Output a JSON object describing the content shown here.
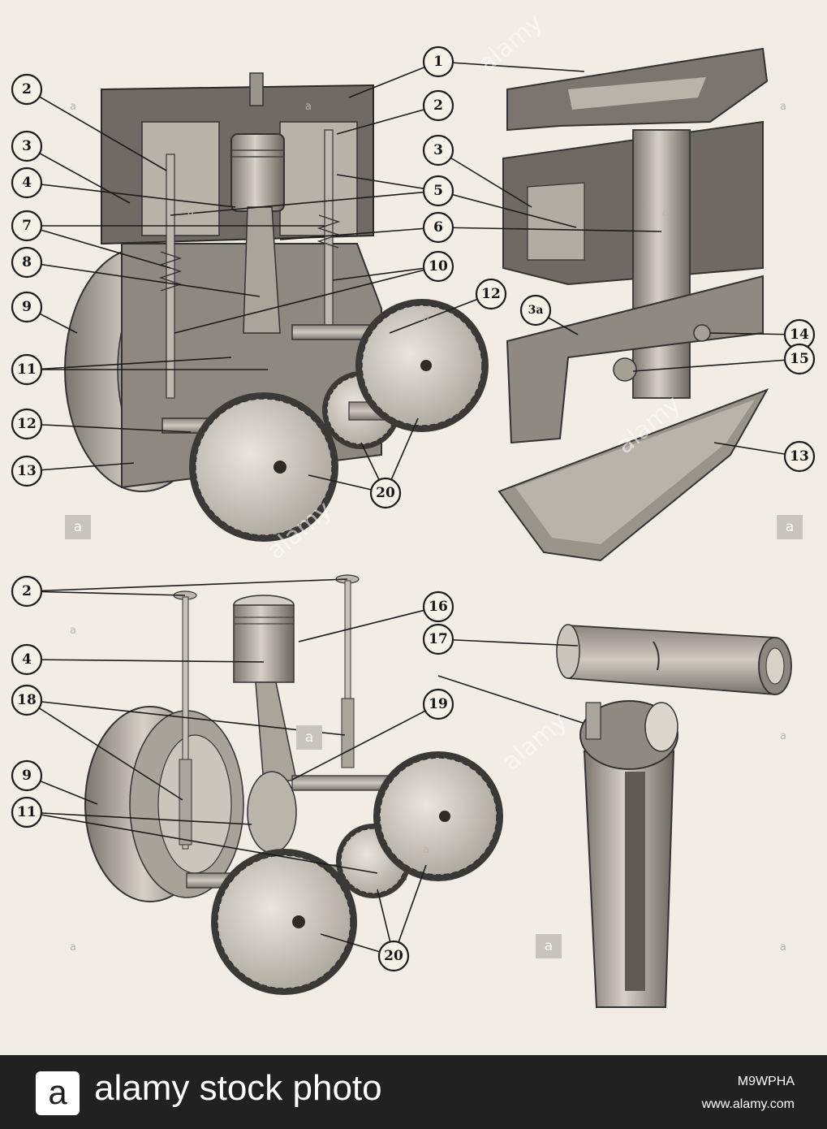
{
  "callouts": {
    "top_left": [
      "2",
      "3",
      "4",
      "7",
      "8",
      "9",
      "11",
      "12",
      "13"
    ],
    "top_middle": [
      "1",
      "2",
      "5",
      "6",
      "10",
      "12",
      "20"
    ],
    "top_right": [
      "3",
      "3a",
      "14",
      "15",
      "13"
    ],
    "bottom": [
      "2",
      "4",
      "18",
      "9",
      "11",
      "16",
      "17",
      "19",
      "20"
    ]
  },
  "watermark": {
    "mark": "a",
    "text": "alamy"
  },
  "footer": {
    "logo_letter": "a",
    "brand": "alamy stock photo",
    "image_id": "M9WPHA",
    "url": "www.alamy.com"
  },
  "colors": {
    "paper": "#f2ede4",
    "ink": "#1c1c1c",
    "metal_light": "#b9b4aa",
    "metal_dark": "#6e6a63",
    "footer_bg": "#212121"
  }
}
